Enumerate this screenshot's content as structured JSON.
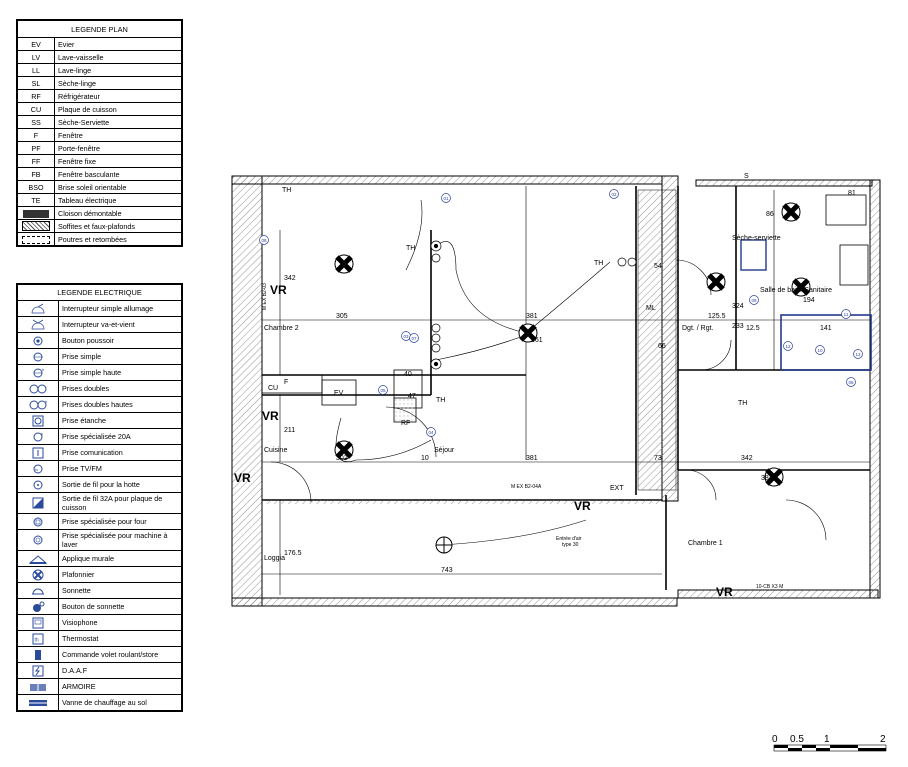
{
  "plan_legend": {
    "title": "LEGENDE PLAN",
    "rows": [
      {
        "code": "EV",
        "label": "Evier"
      },
      {
        "code": "LV",
        "label": "Lave-vaisselle"
      },
      {
        "code": "LL",
        "label": "Lave-linge"
      },
      {
        "code": "SL",
        "label": "Sèche-linge"
      },
      {
        "code": "RF",
        "label": "Réfrigérateur"
      },
      {
        "code": "CU",
        "label": "Plaque de cuisson"
      },
      {
        "code": "SS",
        "label": "Sèche-Serviette"
      },
      {
        "code": "F",
        "label": "Fenêtre"
      },
      {
        "code": "PF",
        "label": "Porte-fenêtre"
      },
      {
        "code": "FF",
        "label": "Fenêtre fixe"
      },
      {
        "code": "FB",
        "label": "Fenêtre basculante"
      },
      {
        "code": "BSO",
        "label": "Brise soleil orientable"
      },
      {
        "code": "TE",
        "label": "Tableau électrique"
      }
    ],
    "swatch_rows": [
      {
        "swatch": "solid-dark",
        "label": "Cloison démontable"
      },
      {
        "swatch": "hatched",
        "label": "Soffites et faux-plafonds"
      },
      {
        "swatch": "dashed",
        "label": "Poutres et retombées"
      }
    ]
  },
  "elec_legend": {
    "title": "LEGENDE ELECTRIQUE",
    "rows": [
      {
        "icon": "switch-single-icon",
        "label": "Interrupteur simple allumage"
      },
      {
        "icon": "switch-twoway-icon",
        "label": "Interrupteur va-et-vient"
      },
      {
        "icon": "push-button-icon",
        "label": "Bouton poussoir"
      },
      {
        "icon": "socket-simple-icon",
        "label": "Prise simple"
      },
      {
        "icon": "socket-simple-high-icon",
        "label": "Prise simple haute"
      },
      {
        "icon": "socket-double-icon",
        "label": "Prises doubles"
      },
      {
        "icon": "socket-double-high-icon",
        "label": "Prises doubles hautes"
      },
      {
        "icon": "socket-waterproof-icon",
        "label": "Prise étanche"
      },
      {
        "icon": "socket-20a-icon",
        "label": "Prise spécialisée 20A"
      },
      {
        "icon": "socket-com-icon",
        "label": "Prise comunication"
      },
      {
        "icon": "socket-tv-icon",
        "label": "Prise TV/FM"
      },
      {
        "icon": "hood-outlet-icon",
        "label": "Sortie de fil pour la hotte"
      },
      {
        "icon": "cooktop-outlet-icon",
        "label": "Sortie de fil 32A pour plaque de cuisson"
      },
      {
        "icon": "oven-socket-icon",
        "label": "Prise spécialisée pour four"
      },
      {
        "icon": "washer-socket-icon",
        "label": "Prise spécialisée pour machine à laver"
      },
      {
        "icon": "wall-lamp-icon",
        "label": "Applique murale"
      },
      {
        "icon": "ceiling-light-icon",
        "label": "Plafonnier"
      },
      {
        "icon": "bell-icon",
        "label": "Sonnette"
      },
      {
        "icon": "bell-button-icon",
        "label": "Bouton de sonnette"
      },
      {
        "icon": "videophone-icon",
        "label": "Visiophone"
      },
      {
        "icon": "thermostat-icon",
        "label": "Thermostat"
      },
      {
        "icon": "shutter-control-icon",
        "label": "Commande volet roulant/store"
      },
      {
        "icon": "smoke-detector-icon",
        "label": "D.A.A.F"
      },
      {
        "icon": "cabinet-icon",
        "label": "ARMOIRE"
      },
      {
        "icon": "floor-heating-valve-icon",
        "label": "Vanne de chauffage au sol"
      }
    ]
  },
  "floorplan": {
    "rooms": {
      "chambre2": "Chambre 2",
      "cuisine": "Cuisine",
      "sejour": "Séjour",
      "loggia": "Loggia",
      "chambre1": "Chambre 1",
      "sdb": "Salle de bain/ Sanitaire",
      "dgt": "Dgt. / Rgt.",
      "seche": "Sèche-serviette"
    },
    "dims": {
      "d305": "305",
      "d381a": "381",
      "d561": "561",
      "d342a": "342",
      "d211": "211",
      "d302": "302",
      "d10": "10",
      "d381b": "381",
      "d73": "73",
      "d342b": "342",
      "d384": "384",
      "d1765": "176.5",
      "d743": "743",
      "d1255": "125.5",
      "d324": "324",
      "d194": "194",
      "d125": "12.5",
      "d141": "141",
      "d66": "66",
      "d86": "86",
      "d81": "81",
      "d40": "40",
      "d47": "47",
      "d54": "54",
      "d233": "233"
    },
    "labels": {
      "vr1": "VR",
      "vr2": "VR",
      "vr3": "VR",
      "vr4": "VR",
      "vr5": "VR",
      "th1": "TH",
      "th2": "TH",
      "th3": "TH",
      "th4": "TH",
      "th5": "TH",
      "cu": "CU",
      "ev": "EV",
      "rf": "RF",
      "f": "F",
      "ml": "ML",
      "ext": "EXT",
      "entree": "Entrée d'air",
      "entree2": "type 30",
      "mex1": "M EX B2-03",
      "mex2": "M EX B2-04A",
      "ss": "S",
      "ldb": "10-CB X3 M"
    },
    "circles": [
      "01",
      "02",
      "03",
      "04",
      "05",
      "06",
      "07",
      "08",
      "09",
      "10",
      "11",
      "12",
      "13"
    ]
  },
  "scale": {
    "ticks": [
      "0",
      "0.5",
      "1",
      "2"
    ]
  }
}
